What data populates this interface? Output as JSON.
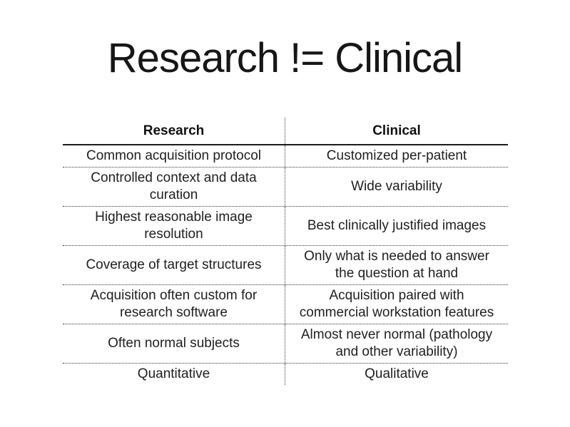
{
  "title": "Research != Clinical",
  "table": {
    "headers": [
      "Research",
      "Clinical"
    ],
    "rows": [
      {
        "research": "Common acquisition protocol",
        "clinical": "Customized per-patient"
      },
      {
        "research": "Controlled context and data curation",
        "clinical": "Wide variability"
      },
      {
        "research": "Highest reasonable image resolution",
        "clinical": "Best clinically justified images"
      },
      {
        "research": "Coverage of target structures",
        "clinical": "Only what is needed to answer the question at hand"
      },
      {
        "research": "Acquisition often custom for research software",
        "clinical": "Acquisition paired with commercial workstation features"
      },
      {
        "research": "Often normal subjects",
        "clinical": "Almost never normal (pathology and other variability)"
      },
      {
        "research": "Quantitative",
        "clinical": "Qualitative"
      }
    ]
  },
  "colors": {
    "background": "#ffffff",
    "text": "#1a1a1a",
    "rule_solid": "#1c1c1c",
    "rule_dotted": "#3a3a3a"
  }
}
